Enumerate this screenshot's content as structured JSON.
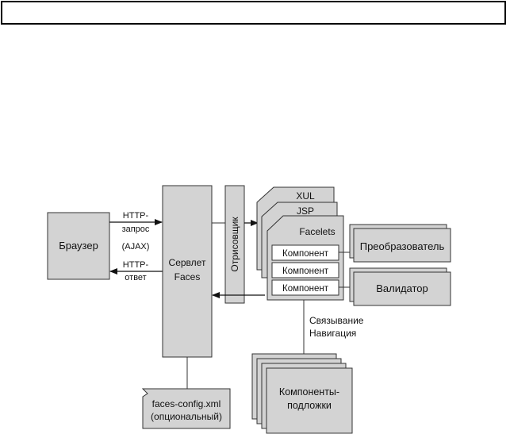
{
  "diagram": {
    "browser": "Браузер",
    "http_request_1": "HTTP-",
    "http_request_2": "запрос",
    "ajax": "(AJAX)",
    "http_response_1": "HTTP-",
    "http_response_2": "ответ",
    "servlet_1": "Сервлет",
    "servlet_2": "Faces",
    "renderer": "Отрисовщик",
    "page_xul": "XUL",
    "page_jsp": "JSP",
    "page_facelets": "Facelets",
    "component_1": "Компонент",
    "component_2": "Компонент",
    "component_3": "Компонент",
    "converter": "Преобразователь",
    "validator": "Валидатор",
    "binding_1": "Связывание",
    "binding_2": "Навигация",
    "backing_1": "Компоненты-",
    "backing_2": "подложки",
    "config_1": "faces-config.xml",
    "config_2": "(опциональный)"
  }
}
